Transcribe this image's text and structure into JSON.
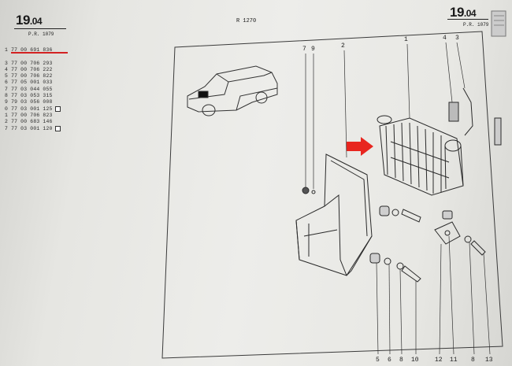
{
  "header": {
    "section_left": "19",
    "section_left_sub": ".04",
    "pr_left": "P.R. 1079",
    "ref_center": "R 1270",
    "section_right": "19",
    "section_right_sub": ".04",
    "pr_right": "P.R. 1079"
  },
  "parts_list": [
    {
      "number": "1 77 00 691 836",
      "marker": false
    },
    {
      "number": "",
      "marker": false
    },
    {
      "number": "3 77 00 706 293",
      "marker": false
    },
    {
      "number": "4 77 00 706 222",
      "marker": false
    },
    {
      "number": "5 77 00 706 822",
      "marker": false
    },
    {
      "number": "6 77 05 001 033",
      "marker": false
    },
    {
      "number": "7 77 03 044 055",
      "marker": false
    },
    {
      "number": "8 77 03 053 315",
      "marker": false
    },
    {
      "number": "9 79 03 056 008",
      "marker": false
    },
    {
      "number": "0 77 03 001 125",
      "marker": true
    },
    {
      "number": "1 77 00 706 823",
      "marker": false
    },
    {
      "number": "2 77 00 683 146",
      "marker": false
    },
    {
      "number": "7 77 03 001 120",
      "marker": true
    }
  ],
  "callouts": {
    "top": [
      "7",
      "9",
      "2",
      "1",
      "4",
      "3"
    ],
    "bottom": [
      "5",
      "6",
      "8",
      "10",
      "12",
      "11",
      "8",
      "13"
    ]
  },
  "colors": {
    "highlight": "#d32222",
    "arrow": "#e8261f",
    "ink": "#2a2a2a",
    "paper": "#ececea"
  }
}
